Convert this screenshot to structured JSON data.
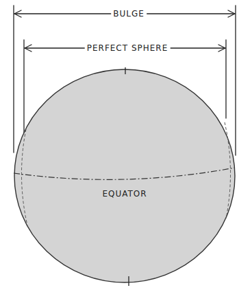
{
  "diagram": {
    "nodes": [
      {
        "text": [
          "EQUATOR"
        ]
      }
    ],
    "labels": [
      "BULGE",
      "PERFECT SPHERE"
    ]
  }
}
